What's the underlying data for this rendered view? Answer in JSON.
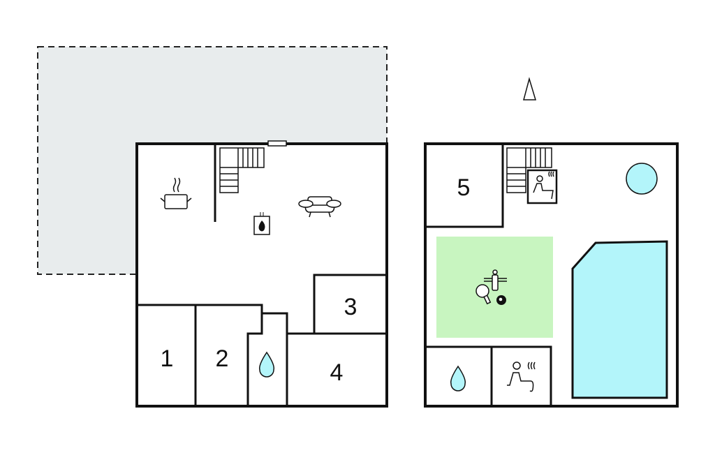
{
  "rooms": {
    "r1": "1",
    "r2": "2",
    "r3": "3",
    "r4": "4",
    "r5": "5"
  },
  "colors": {
    "terrace": "#e8eced",
    "water": "#b3f5fa",
    "games_area": "#c8f5c0",
    "wall": "#111111"
  },
  "icons": [
    "north-arrow",
    "kitchen-pot-icon",
    "fireplace-icon",
    "sofa-icon",
    "water-drop-icon",
    "sauna-icon",
    "hot-tub-icon",
    "pool",
    "table-tennis-icon",
    "foosball-icon",
    "billiard-ball-icon",
    "stairs-icon"
  ]
}
